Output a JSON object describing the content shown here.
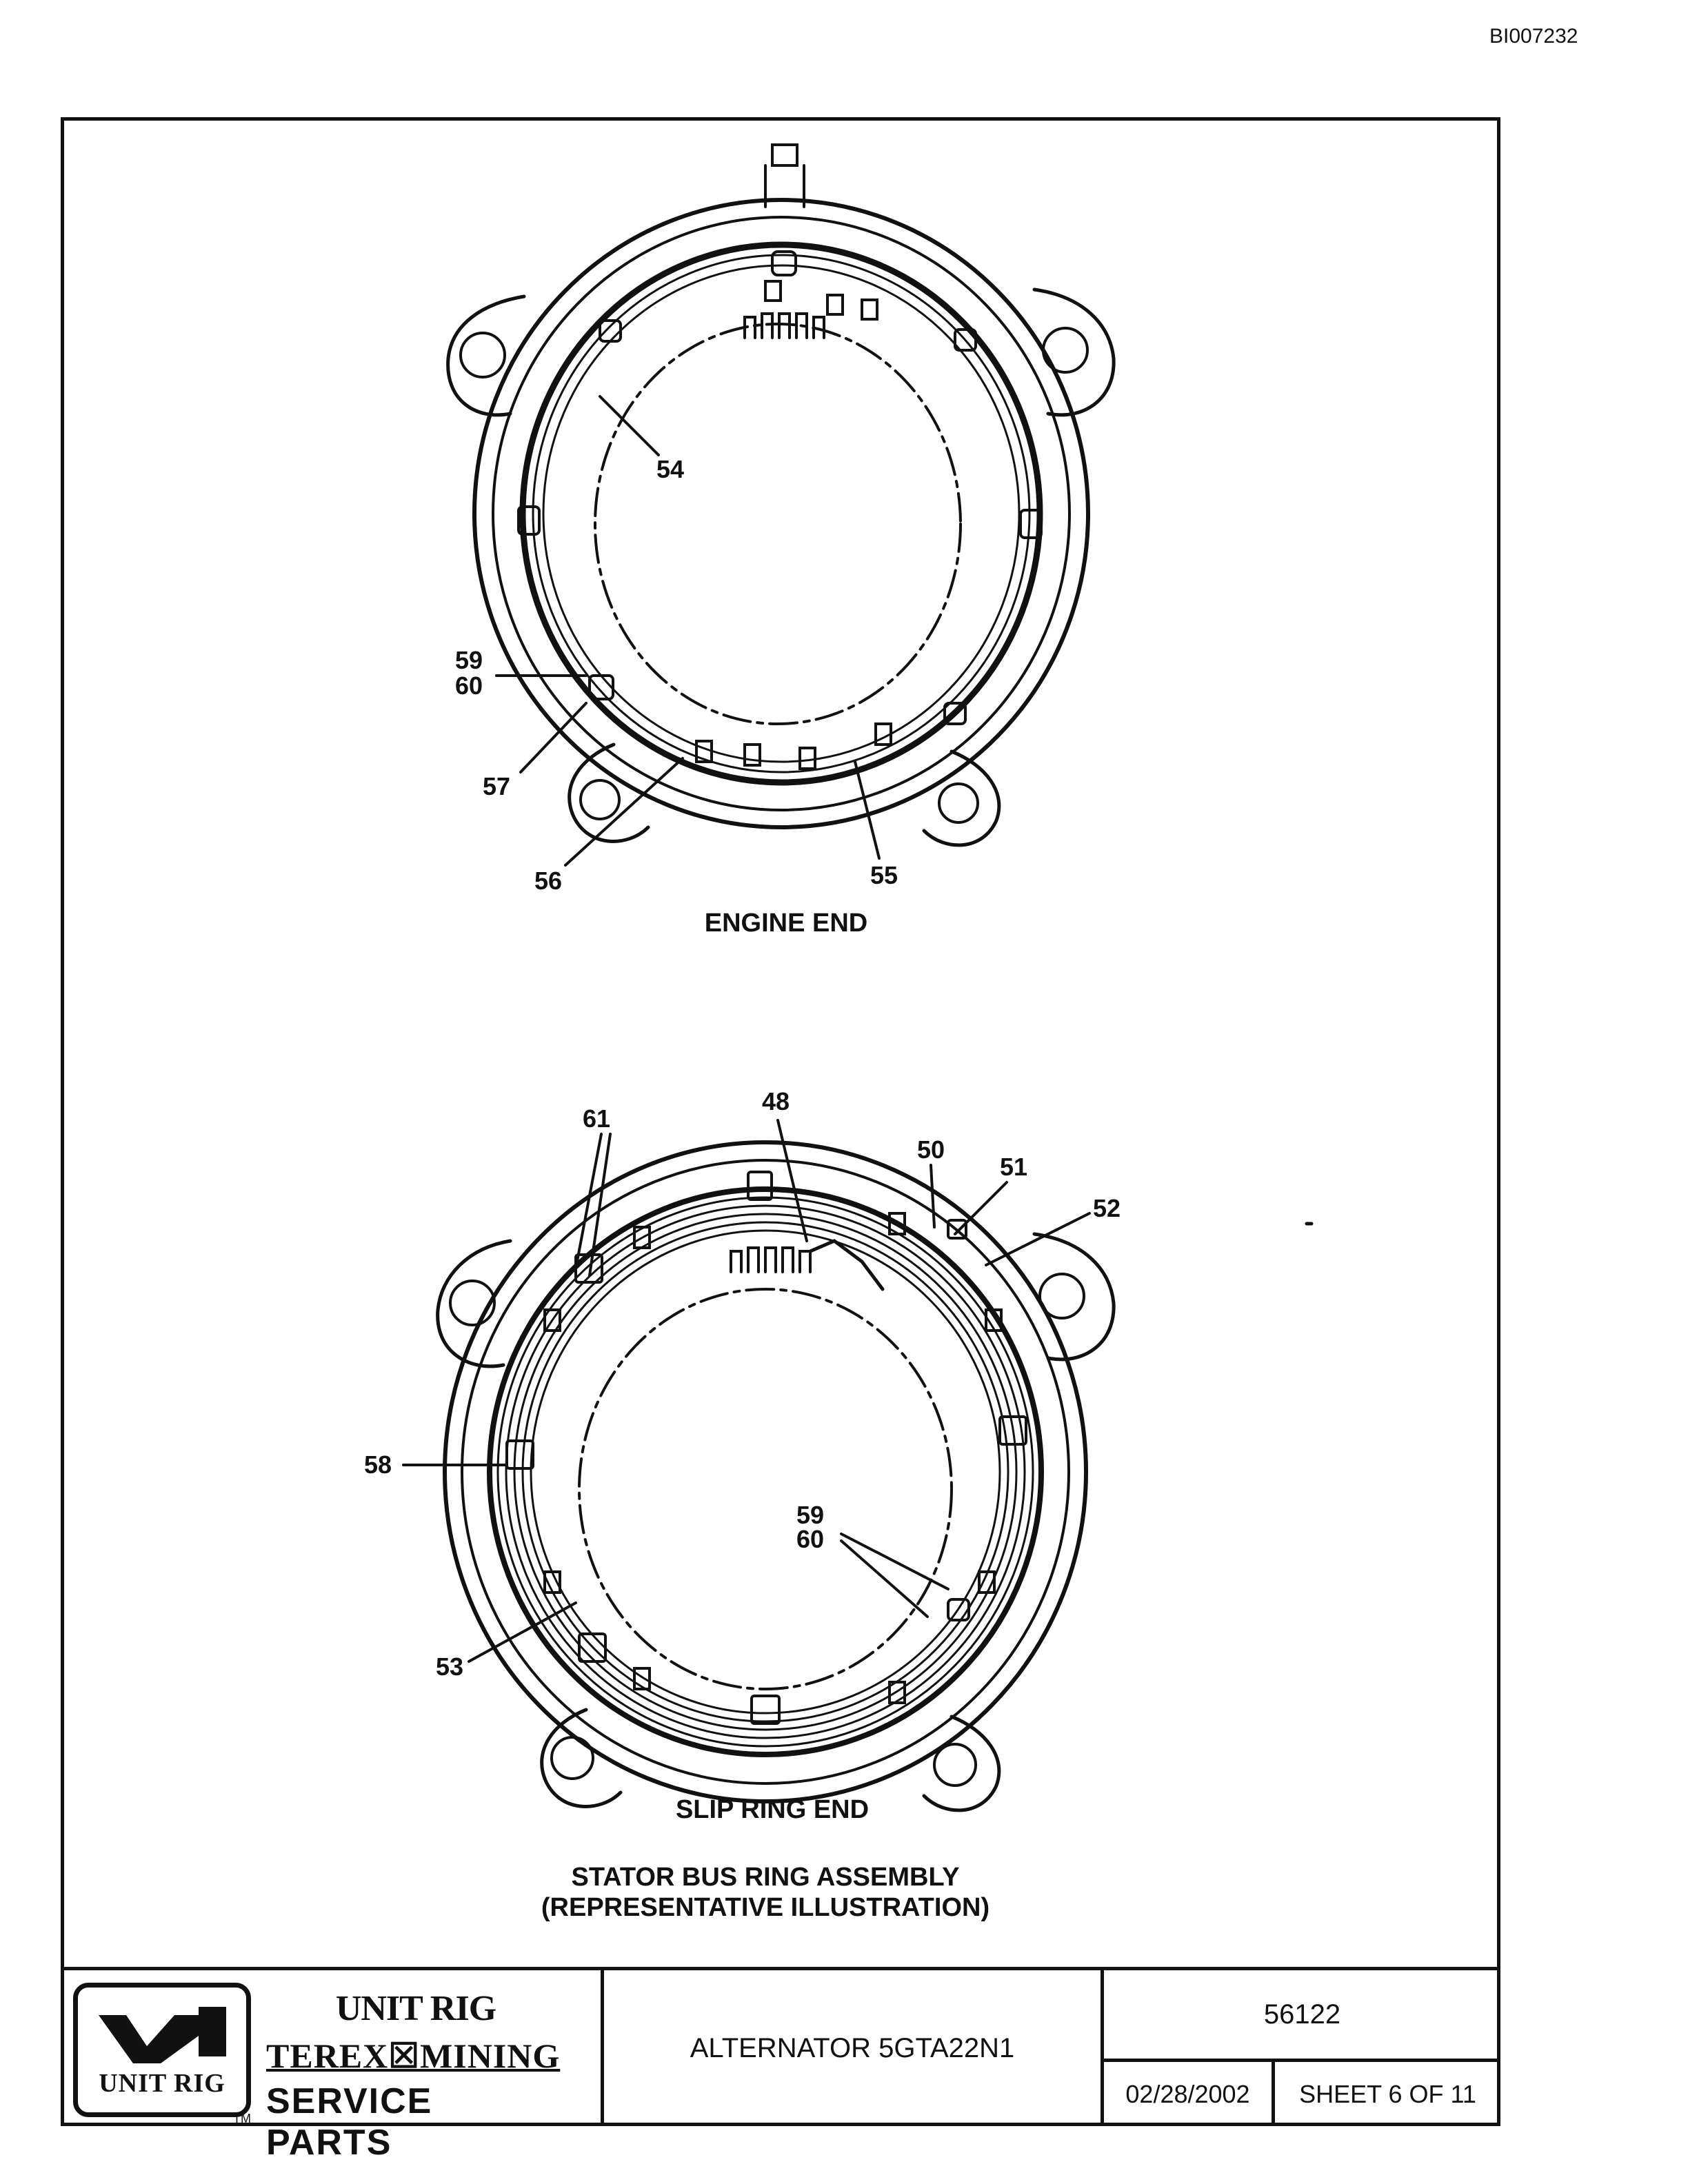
{
  "document_id": "BI007232",
  "views": {
    "engine_end": {
      "caption": "ENGINE END",
      "callouts": [
        "54",
        "59",
        "60",
        "57",
        "56",
        "55"
      ]
    },
    "slip_ring_end": {
      "caption": "SLIP RING END",
      "callouts": [
        "61",
        "48",
        "50",
        "51",
        "52",
        "58",
        "59",
        "60",
        "53"
      ]
    }
  },
  "figure_title": {
    "line1": "STATOR BUS RING ASSEMBLY",
    "line2": "(REPRESENTATIVE ILLUSTRATION)"
  },
  "title_block": {
    "logo_text": "UNIT RIG",
    "trademark": "TM",
    "brand_line1": "UNIT RIG",
    "brand_line2": "TEREX☒MINING",
    "brand_line3": "SERVICE PARTS",
    "model": "ALTERNATOR 5GTA22N1",
    "drawing_number": "56122",
    "date": "02/28/2002",
    "sheet": "SHEET 6 OF 11"
  }
}
